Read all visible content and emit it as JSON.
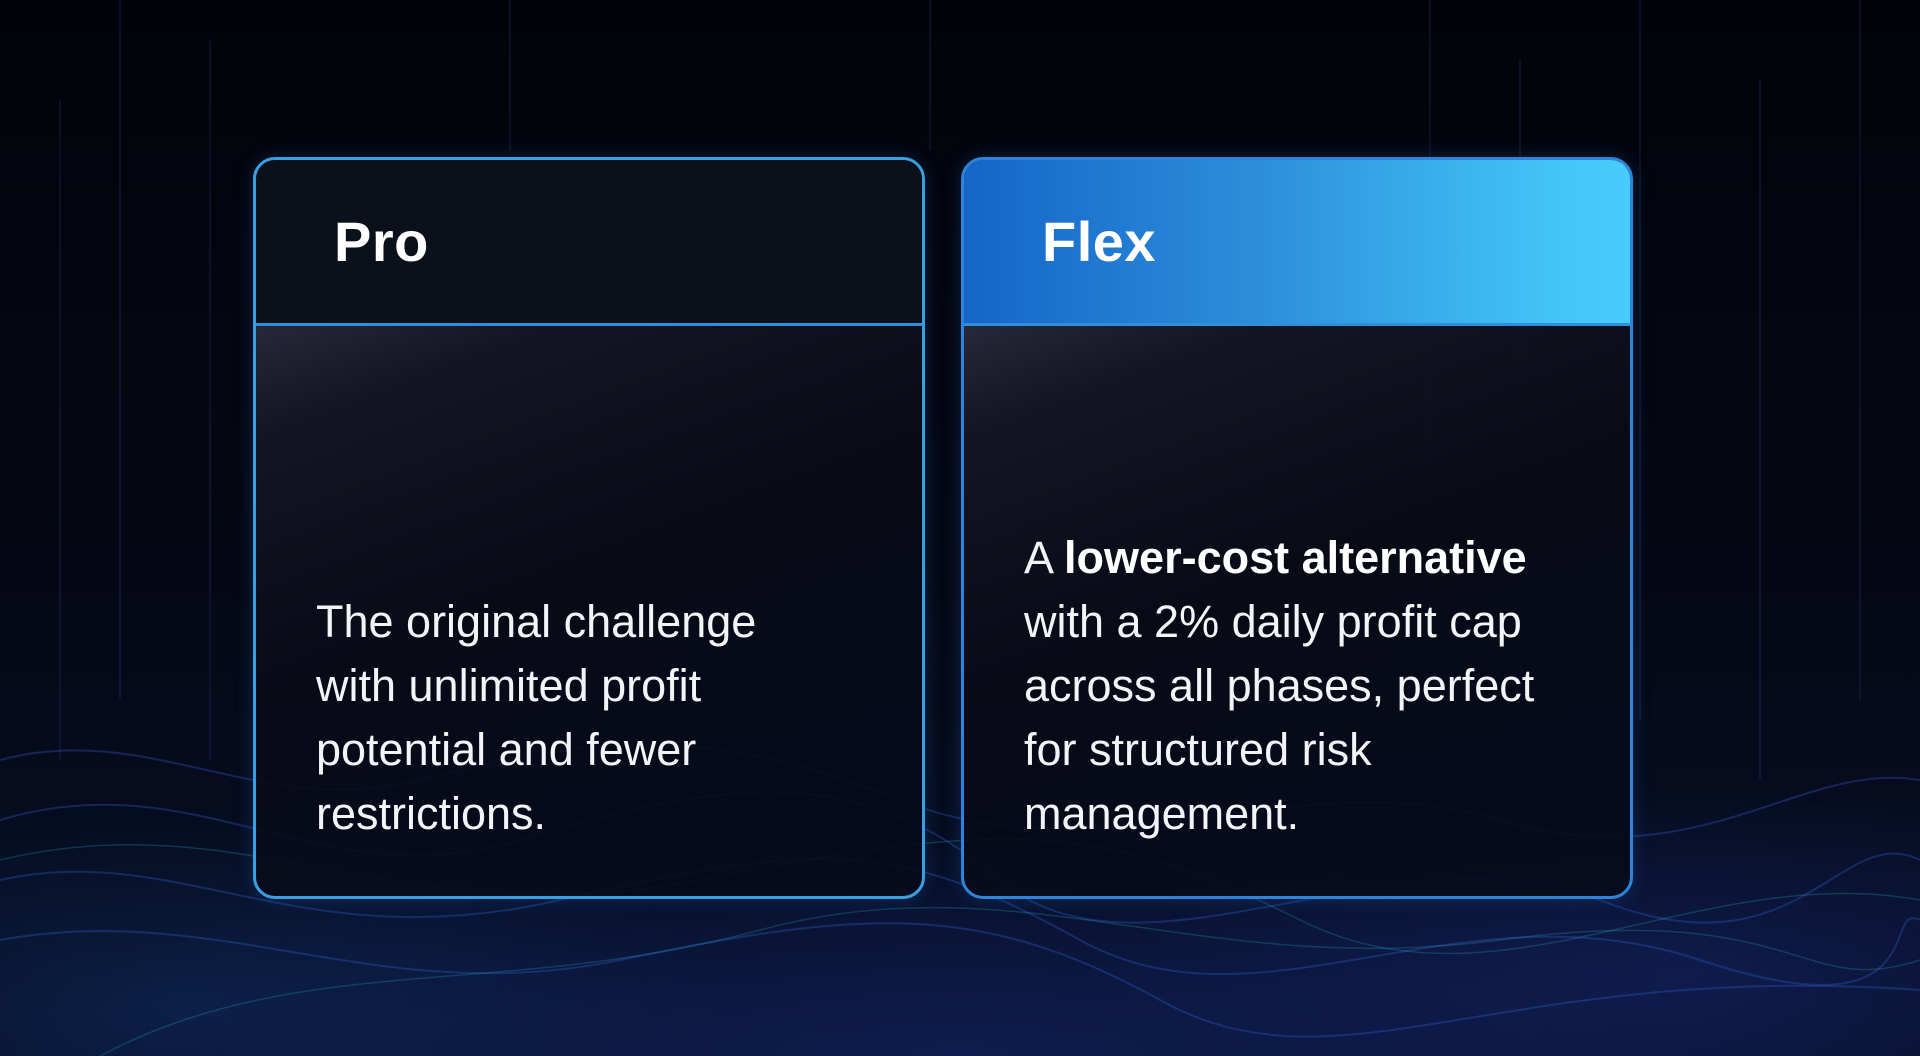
{
  "cards": [
    {
      "title": "Pro",
      "body_lines": [
        "The original challenge",
        "with unlimited profit",
        "potential and fewer",
        "restrictions."
      ]
    },
    {
      "title": "Flex",
      "body_prefix": "A ",
      "body_bold": "lower-cost alternative",
      "body_lines": [
        "with a 2% daily profit cap",
        "across all phases, perfect",
        "for structured risk",
        "management."
      ]
    }
  ],
  "colors": {
    "background": "#03050c",
    "card_border": "#3aa0e6",
    "flex_header_start": "#1565c8",
    "flex_header_end": "#47ccfb",
    "pro_header": "#0b111b"
  }
}
